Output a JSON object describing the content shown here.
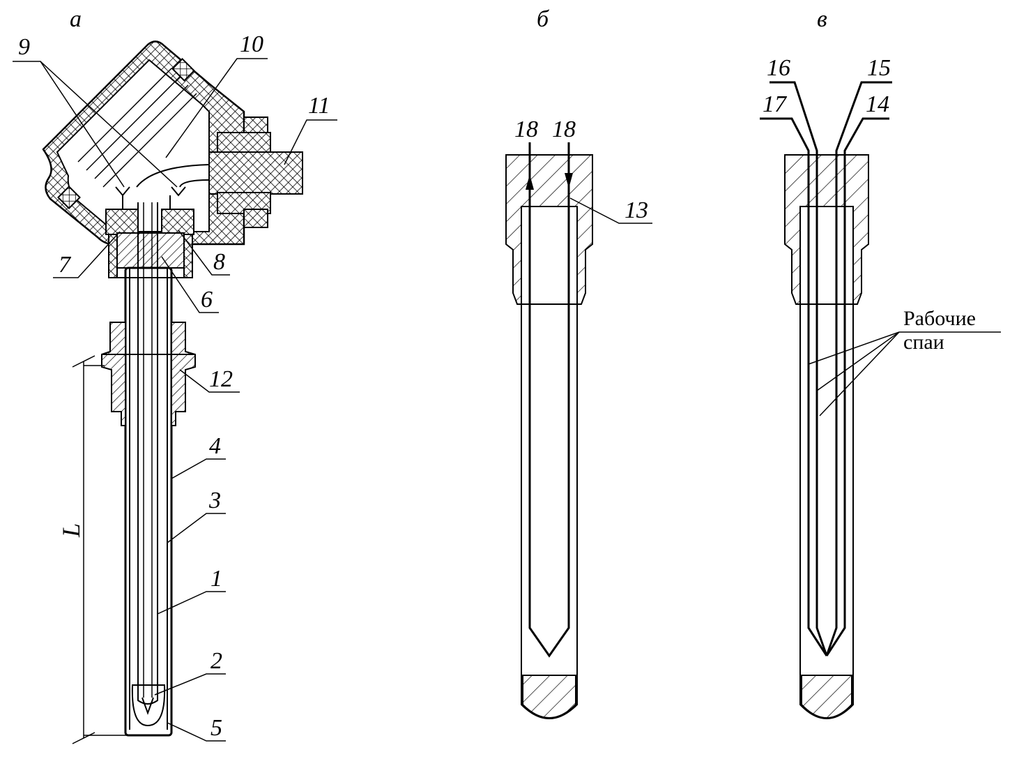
{
  "panels": {
    "a": "а",
    "b": "б",
    "v": "в"
  },
  "callouts": {
    "n1": "1",
    "n2": "2",
    "n3": "3",
    "n4": "4",
    "n5": "5",
    "n6": "6",
    "n7": "7",
    "n8": "8",
    "n9": "9",
    "n10": "10",
    "n11": "11",
    "n12": "12",
    "n13": "13",
    "n14": "14",
    "n15": "15",
    "n16": "16",
    "n17": "17",
    "n18a": "18",
    "n18b": "18"
  },
  "dimension_label": "L",
  "junction_label": {
    "line1": "Рабочие",
    "line2": "спаи"
  }
}
